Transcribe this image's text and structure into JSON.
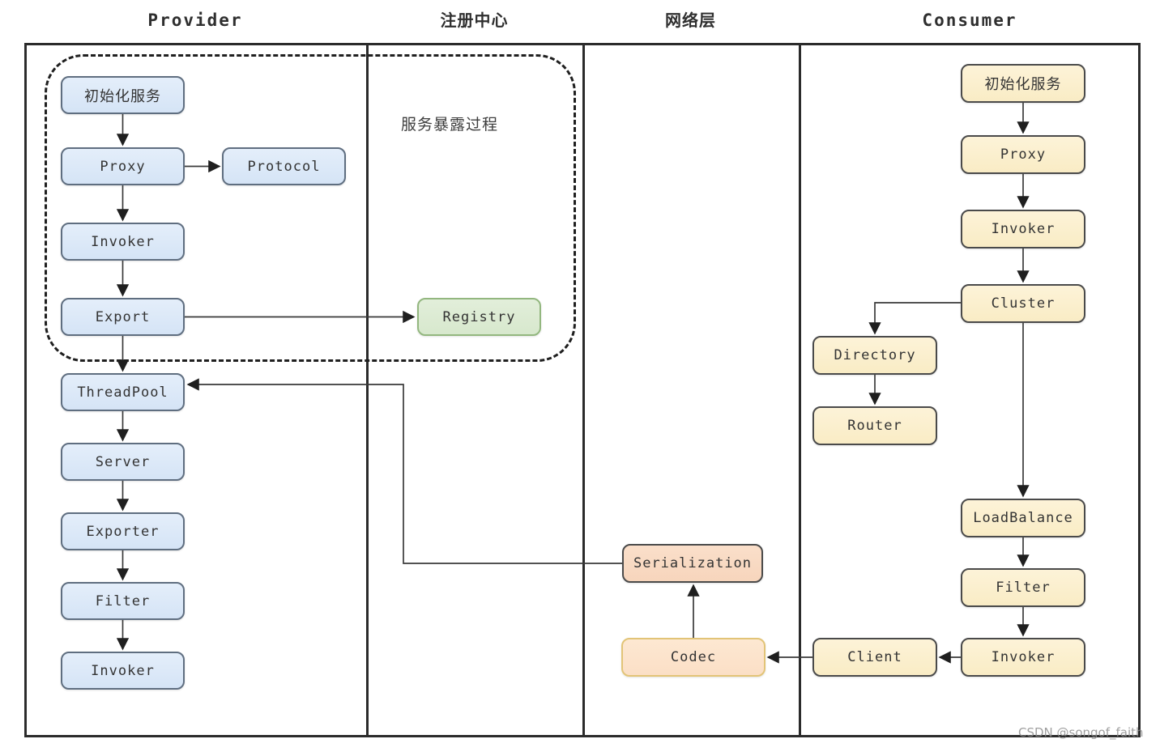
{
  "headers": {
    "provider": "Provider",
    "registry_center": "注册中心",
    "network_layer": "网络层",
    "consumer": "Consumer"
  },
  "annotations": {
    "service_exposure": "服务暴露过程",
    "watermark": "CSDN @songof_faith"
  },
  "provider": {
    "init": "初始化服务",
    "proxy": "Proxy",
    "protocol": "Protocol",
    "invoker": "Invoker",
    "export": "Export",
    "threadpool": "ThreadPool",
    "server": "Server",
    "exporter": "Exporter",
    "filter": "Filter",
    "invoker2": "Invoker"
  },
  "registry": {
    "registry": "Registry"
  },
  "network": {
    "serialization": "Serialization",
    "codec": "Codec"
  },
  "consumer": {
    "init": "初始化服务",
    "proxy": "Proxy",
    "invoker": "Invoker",
    "cluster": "Cluster",
    "directory": "Directory",
    "router": "Router",
    "loadbalance": "LoadBalance",
    "filter": "Filter",
    "invoker2": "Invoker",
    "client": "Client"
  },
  "colors": {
    "provider_node_fill": "#d9e7f8",
    "provider_node_border": "#5f6e80",
    "consumer_node_fill": "#f9ecc5",
    "registry_node_fill": "#dcead3",
    "registry_node_border": "#93b77f",
    "serialization_node_fill": "#f8d9c1",
    "codec_node_fill": "#fce4cc",
    "codec_node_border": "#e2c477",
    "node_border": "#4a4a4a",
    "frame_color": "#2b2b2b",
    "line_color": "#3a3a3a",
    "watermark_color": "#8f8f8f"
  }
}
